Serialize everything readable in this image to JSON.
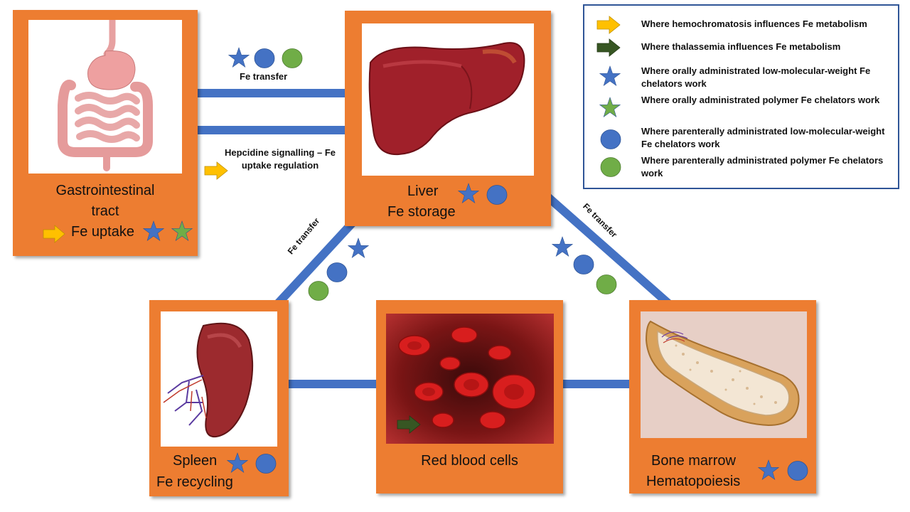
{
  "organs": {
    "gi": {
      "name": "Gastrointestinal tract",
      "name_line1": "Gastrointestinal",
      "name_line2": "tract",
      "function": "Fe uptake"
    },
    "liver": {
      "name": "Liver",
      "function": "Fe storage"
    },
    "spleen": {
      "name": "Spleen",
      "function": "Fe recycling"
    },
    "rbc": {
      "name": "Red blood cells"
    },
    "marrow": {
      "name": "Bone marrow",
      "function": "Hematopoiesis"
    }
  },
  "transfer_labels": {
    "gi_liver": "Fe transfer",
    "hepcidine_line1": "Hepcidine signalling – Fe",
    "hepcidine_line2": "uptake regulation",
    "spleen_liver": "Fe transfer",
    "liver_marrow": "Fe transfer"
  },
  "legend": [
    {
      "icon": "yellow-arrow-icon",
      "text": "Where hemochromatosis influences Fe metabolism"
    },
    {
      "icon": "dark-green-arrow-icon",
      "text": "Where thalassemia influences Fe metabolism"
    },
    {
      "icon": "blue-star-icon",
      "text": "Where orally administrated low-molecular-weight Fe chelators work"
    },
    {
      "icon": "green-star-icon",
      "text": "Where orally administrated polymer Fe chelators work"
    },
    {
      "icon": "blue-circle-icon",
      "text": "Where parenterally administrated low-molecular-weight Fe chelators work"
    },
    {
      "icon": "green-circle-icon",
      "text": "Where parenterally administrated polymer Fe chelators work"
    }
  ],
  "colors": {
    "box_orange": "#ED7D31",
    "arrow_blue": "#4472C4",
    "star_blue": "#4472C4",
    "star_green": "#70AD47",
    "circle_blue": "#4472C4",
    "circle_green": "#70AD47",
    "yellow_arrow": "#FFC000",
    "dark_green_arrow": "#375623",
    "legend_border": "#2F5597"
  }
}
